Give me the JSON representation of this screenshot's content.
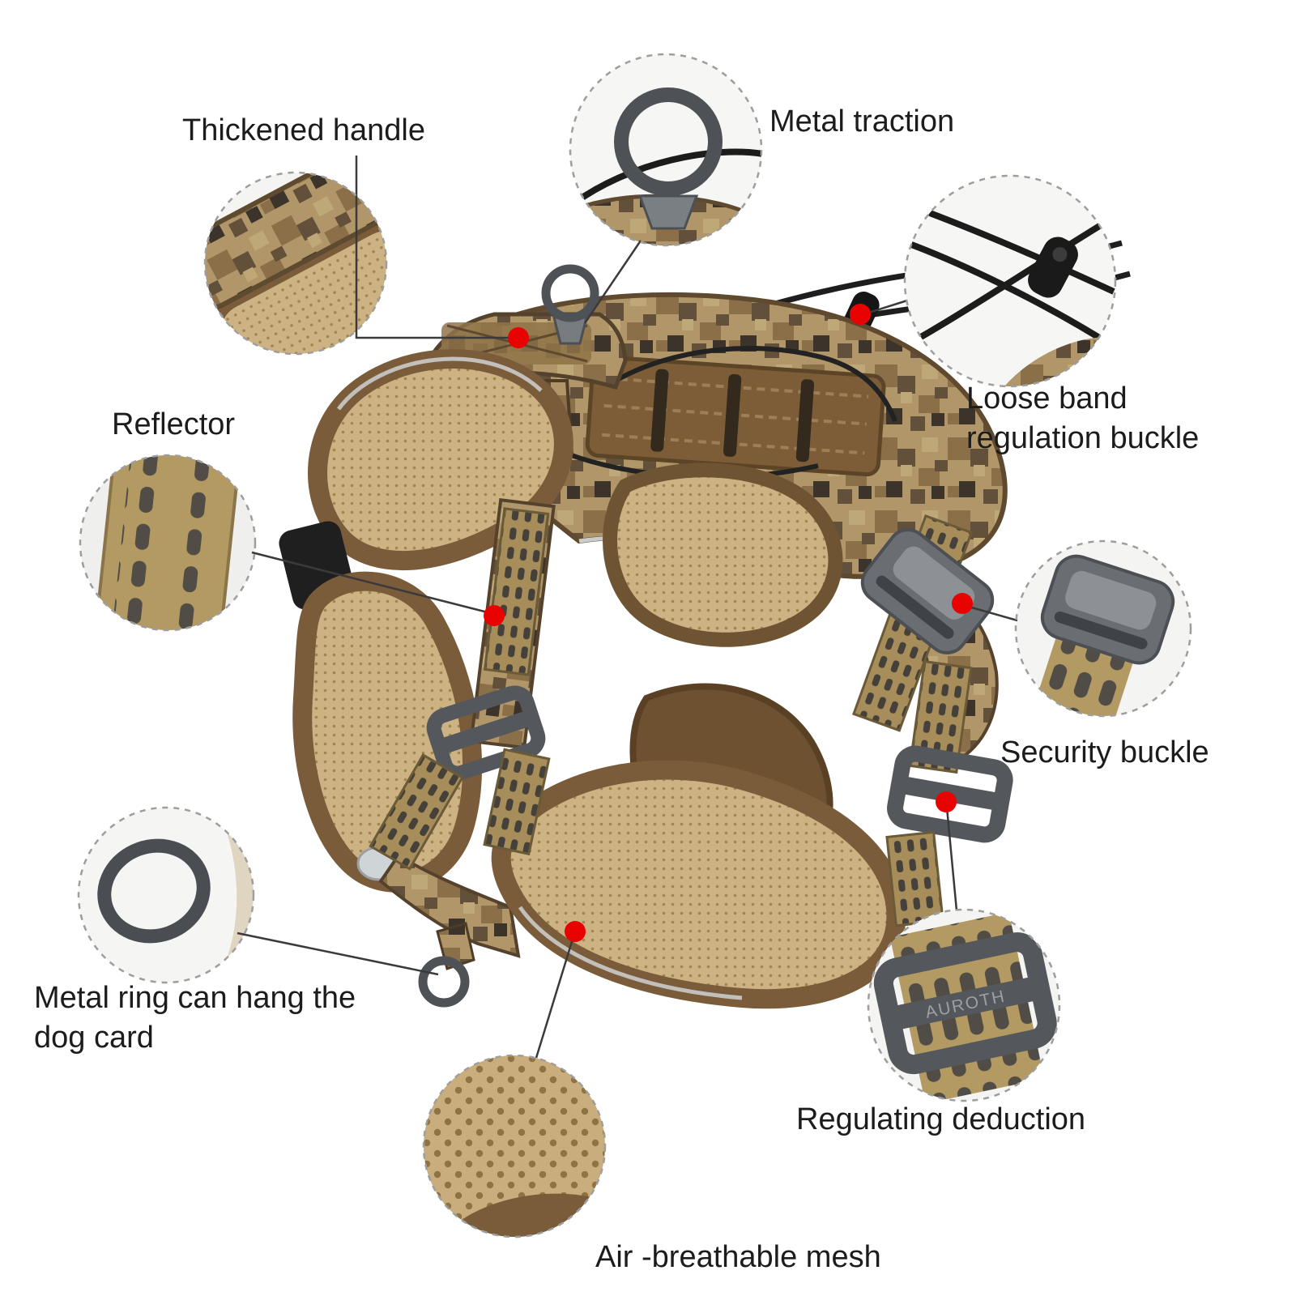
{
  "page": {
    "type": "product-feature-infographic",
    "product": "camouflage tactical dog harness",
    "background": "#ffffff"
  },
  "colors": {
    "marker_dot": "#e80202",
    "leader_line": "#3a3a3a",
    "label_text": "#1c1c1c",
    "camo_tan": "#b09668",
    "camo_brown": "#7d5c38",
    "mesh_tan": "#cdb383",
    "buckle_gray": "#6a6e72",
    "metal_gray": "#4e5256",
    "cord_black": "#1c1c1c",
    "inset_border": "#9e9e9e"
  },
  "brand": {
    "engraving": "AUROTH"
  },
  "callouts": {
    "thickened_handle": {
      "label": "Thickened handle"
    },
    "metal_traction": {
      "label": "Metal traction"
    },
    "loose_band": {
      "label": "Loose band regulation buckle"
    },
    "reflector": {
      "label": "Reflector"
    },
    "security_buckle": {
      "label": "Security buckle"
    },
    "metal_ring": {
      "label": "Metal ring can hang the dog card"
    },
    "regulating_deduction": {
      "label": "Regulating deduction"
    },
    "air_mesh": {
      "label": "Air -breathable mesh"
    }
  }
}
